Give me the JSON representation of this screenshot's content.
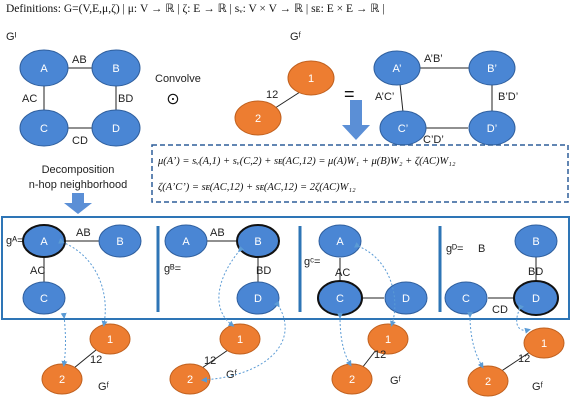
{
  "colors": {
    "blue_node": "#4a86d4",
    "blue_stroke": "#2f5f9e",
    "orange_node": "#ed7d31",
    "orange_stroke": "#c0601e",
    "arrow_fill": "#5b8fd6",
    "panel_border": "#2e75b6",
    "dash_box": "#2e5f9a",
    "edge_dotted": "#5b9bd5"
  },
  "header": {
    "definitions": "Definitions: G=(V,E,μ,ζ) | μ: V → ℝ | ζ: E → ℝ | sᵥ: V × V → ℝ | sᴇ: E × E → ℝ |"
  },
  "graph_I": {
    "title": "Gᴵ",
    "nodes": [
      "A",
      "B",
      "C",
      "D"
    ],
    "edges": [
      "AB",
      "AC",
      "BD",
      "CD"
    ]
  },
  "convolve": {
    "label": "Convolve",
    "symbol": "⊙"
  },
  "graph_F": {
    "title": "Gᶠ",
    "nodes": [
      "1",
      "2"
    ],
    "edge": "12"
  },
  "equals_symbol": "=",
  "graph_result": {
    "nodes": [
      "A’",
      "B’",
      "C’",
      "D’"
    ],
    "edges": [
      "A’B’",
      "A’C’",
      "B’D’",
      "C’D’"
    ]
  },
  "formulas": {
    "mu": "μ(A’) = sᵥ(A,1) + sᵥ(C,2) + sᴇ(AC,12) = μ(A)W₁ + μ(B)W₂ + ζ(AC)W₁₂",
    "zeta": "ζ(A’C’) = sᴇ(AC,12) + sᴇ(AC,12) = 2ζ(AC)W₁₂"
  },
  "decomposition": {
    "line1": "Decomposition",
    "line2": "n-hop neighborhood"
  },
  "panels": [
    {
      "label": "gᴬ=",
      "nodes": [
        "A",
        "B",
        "C"
      ],
      "edges": [
        "AB",
        "AC"
      ],
      "filter_label": "Gᶠ"
    },
    {
      "label": "gᴮ=",
      "nodes": [
        "A",
        "B",
        "D"
      ],
      "edges": [
        "AB",
        "BD"
      ],
      "filter_label": "Gᶠ"
    },
    {
      "label": "gᶜ=",
      "nodes": [
        "A",
        "C",
        "D"
      ],
      "edges": [
        "AC"
      ],
      "filter_label": "Gᶠ"
    },
    {
      "label": "gᴰ=",
      "nodes": [
        "B",
        "C",
        "D"
      ],
      "edges": [
        "BD",
        "CD"
      ],
      "filter_label": "Gᶠ",
      "extra": "B"
    }
  ],
  "filter_nodes": [
    "1",
    "2"
  ],
  "filter_edge": "12"
}
